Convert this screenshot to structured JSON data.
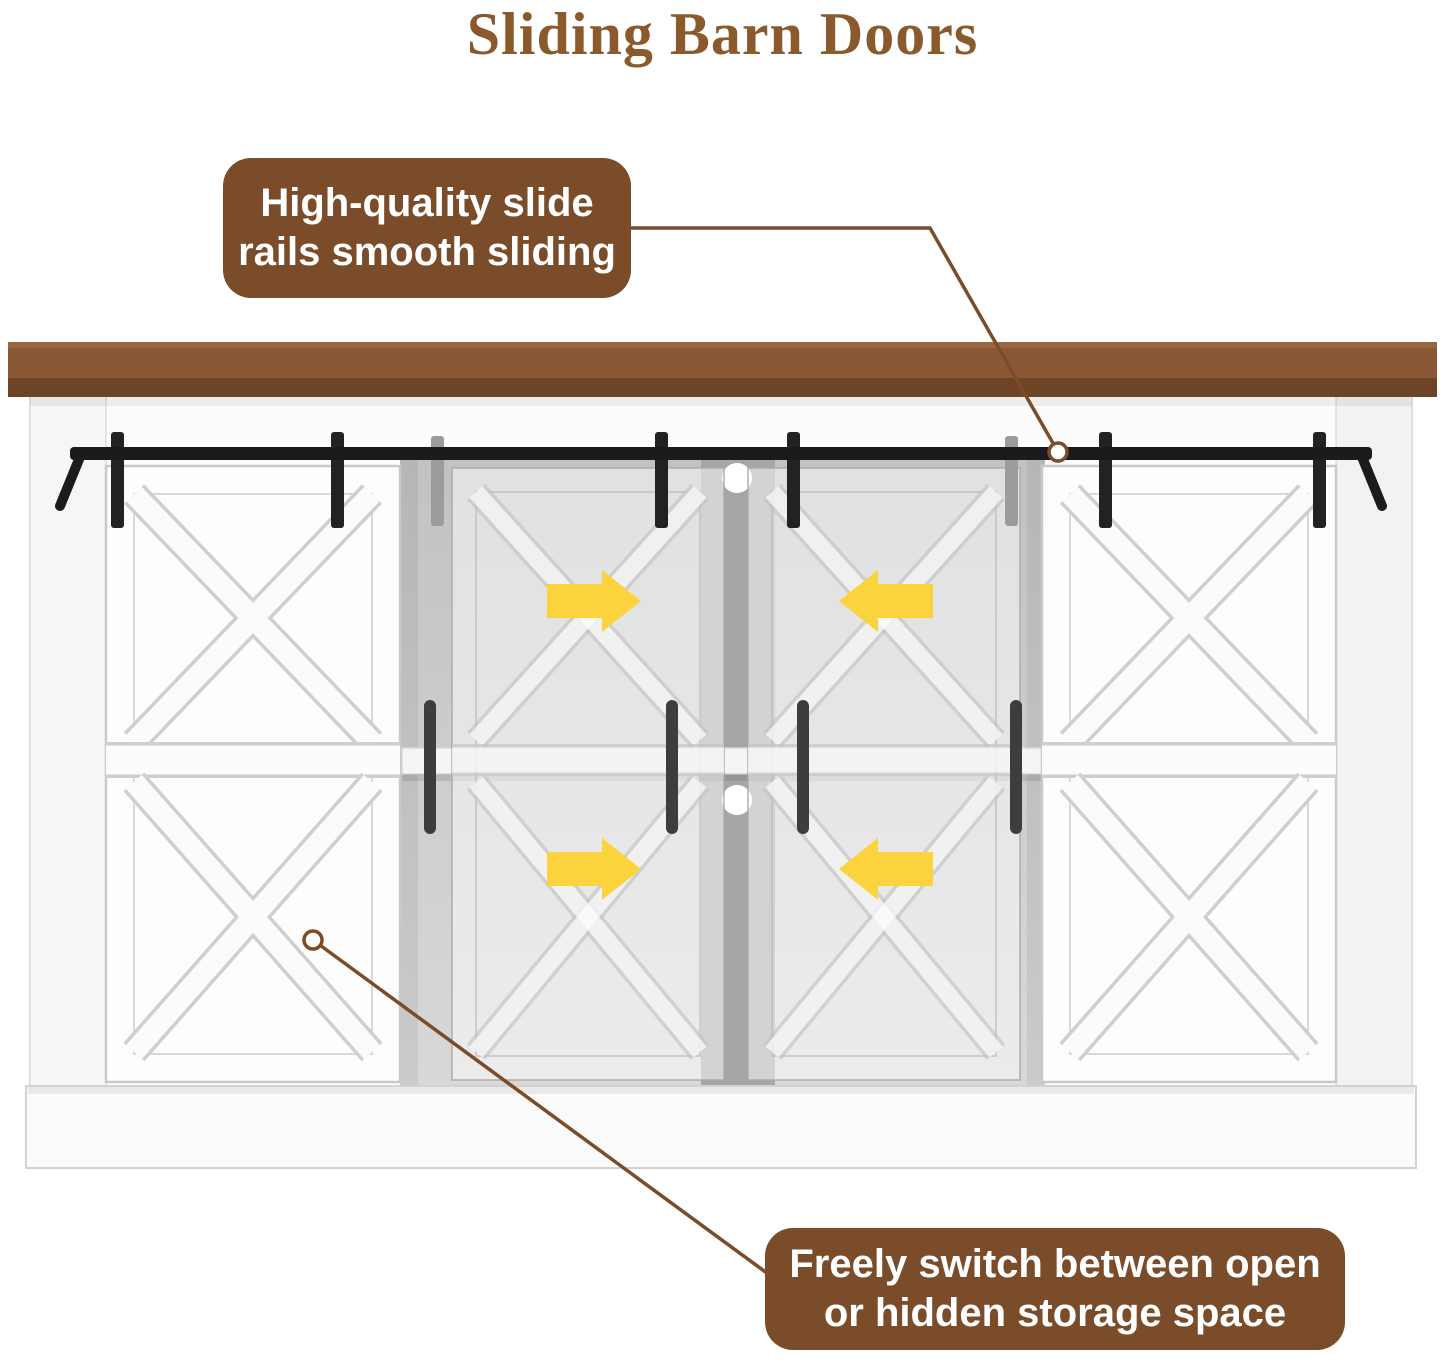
{
  "title": {
    "text": "Sliding Barn Doors"
  },
  "callouts": {
    "top": {
      "line1": "High-quality slide",
      "line2": "rails smooth sliding"
    },
    "bottom": {
      "line1": "Freely switch between open",
      "line2": "or hidden storage space"
    }
  },
  "colors": {
    "title_text": "#8a5a2c",
    "callout_background": "#7a4c29",
    "callout_text": "#ffffff",
    "connector_line": "#7a4c29",
    "wood_top": "#8a5836",
    "wood_top_edge": "#6e4426",
    "slide_rail": "#1b1b1b",
    "arrow_yellow": "#fbd33c",
    "handle_dark": "#3d3d3d",
    "cabinet_white": "#fcfcfc",
    "interior_gray": "#c8c8c8"
  },
  "illustration": {
    "subject": "farmhouse TV stand with sliding barn doors",
    "door_count": 2,
    "handle_count": 4,
    "cable_hole_count": 2,
    "arrow_directions": [
      "right",
      "left",
      "right",
      "left"
    ]
  }
}
